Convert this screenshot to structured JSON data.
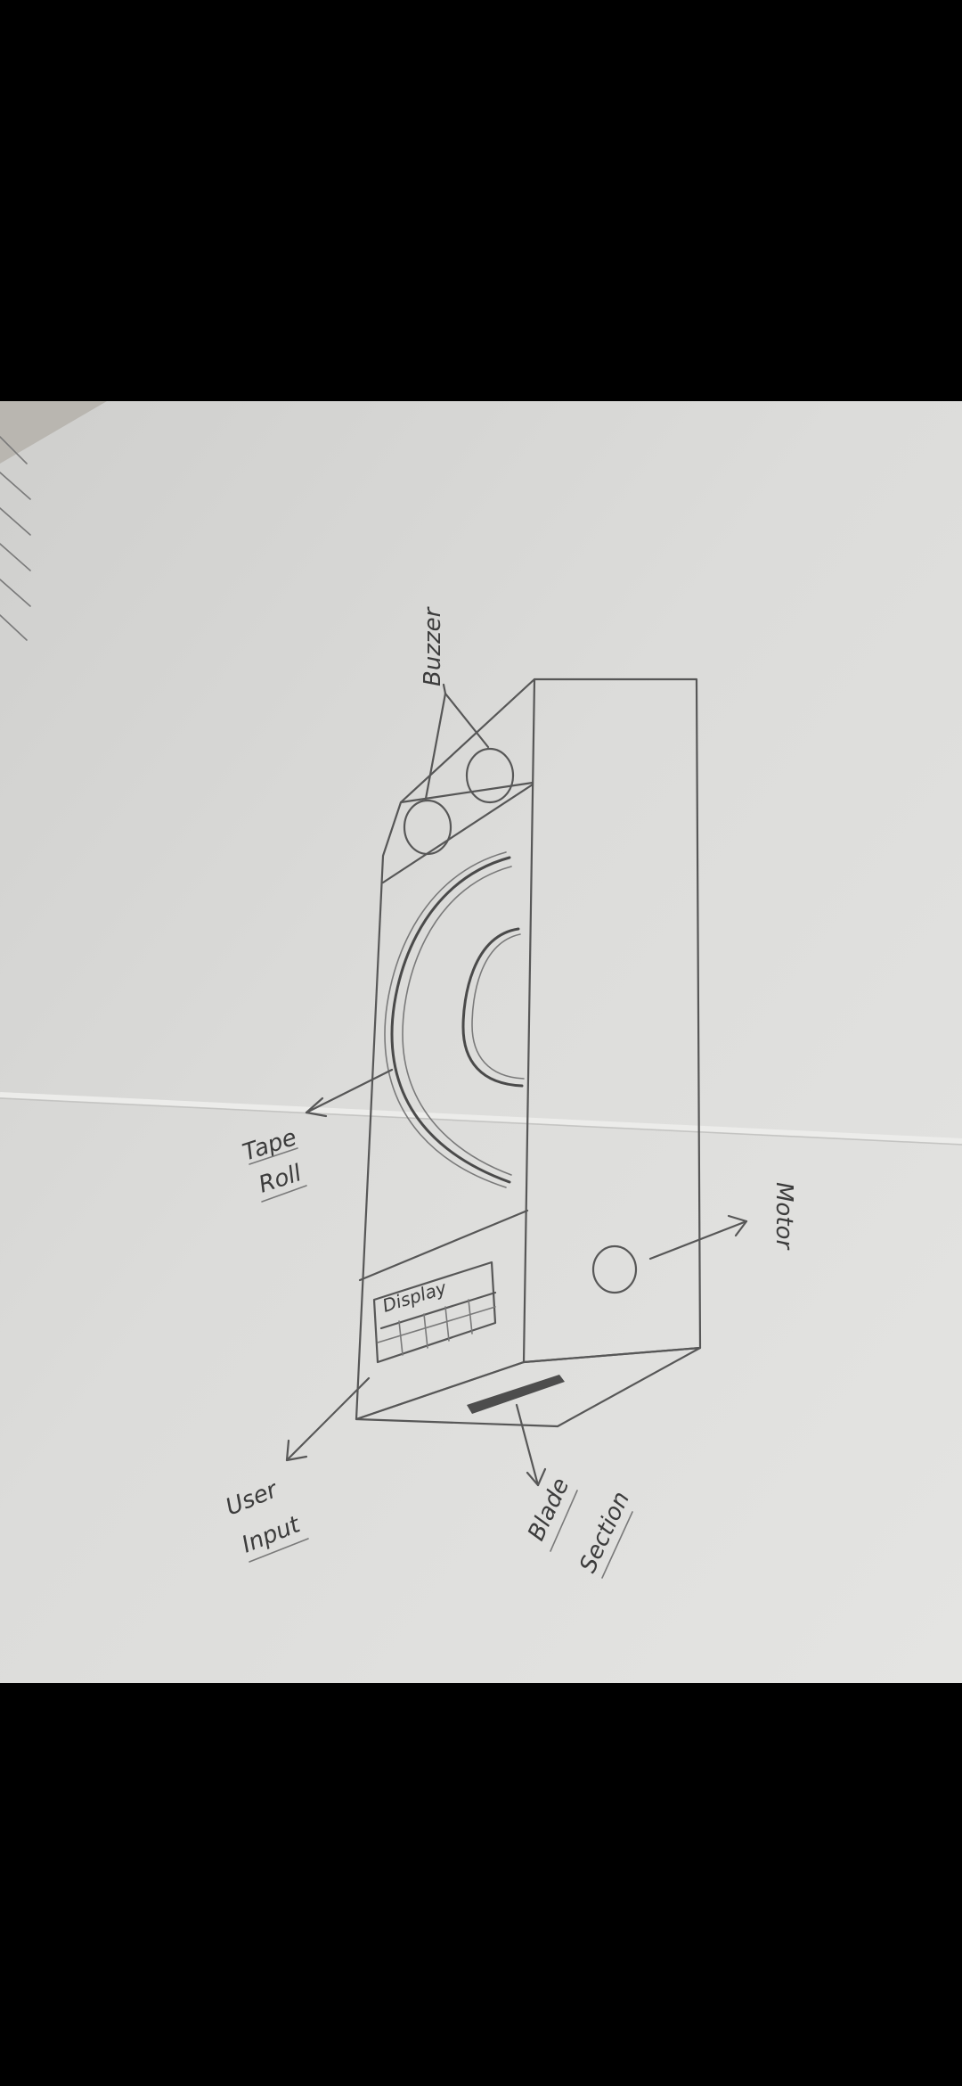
{
  "diagram": {
    "labels": {
      "buzzer": "Buzzer",
      "tape_roll_line1": "Tape",
      "tape_roll_line2": "Roll",
      "display": "Display",
      "motor": "Motor",
      "user_input_line1": "User",
      "user_input_line2": "Input",
      "blade_section_line1": "Blade",
      "blade_section_line2": "Section"
    }
  },
  "colors": {
    "background": "#000000",
    "paper": "#dcdcda",
    "pencil": "#575757"
  }
}
